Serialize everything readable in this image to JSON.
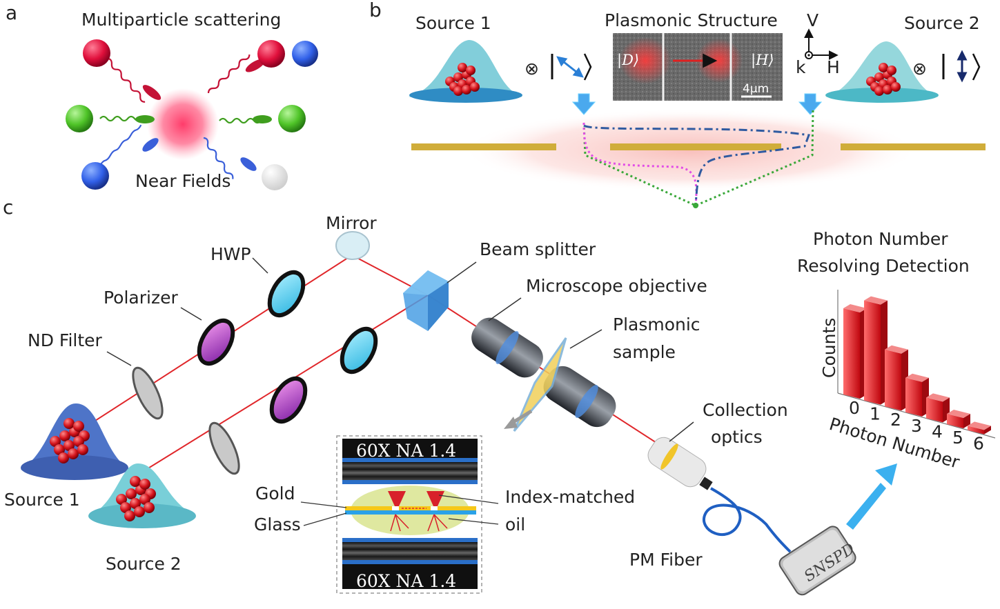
{
  "panels": {
    "a": "a",
    "b": "b",
    "c": "c"
  },
  "panel_a": {
    "title": "Multiparticle scattering",
    "center_label": "Near Fields"
  },
  "panel_b": {
    "source1": "Source 1",
    "source2": "Source 2",
    "structure_title": "Plasmonic Structure",
    "ket_d": "|D⟩",
    "ket_h": "|H⟩",
    "scale": "4μm",
    "axis_v": "V",
    "axis_h": "H",
    "axis_k": "k",
    "tensor_symbol": "⊗"
  },
  "panel_c": {
    "mirror": "Mirror",
    "hwp": "HWP",
    "polarizer": "Polarizer",
    "nd_filter": "ND Filter",
    "beam_splitter": "Beam splitter",
    "microscope_objective": "Microscope objective",
    "plasmonic_sample_1": "Plasmonic",
    "plasmonic_sample_2": "sample",
    "collection_1": "Collection",
    "collection_2": "optics",
    "pm_fiber": "PM Fiber",
    "snspd": "SNSPD",
    "source1": "Source 1",
    "source2": "Source 2",
    "objective_top": "60X NA 1.4",
    "objective_bottom": "60X NA 1.4",
    "gold": "Gold",
    "glass": "Glass",
    "index_matched_1": "Index-matched",
    "index_matched_2": "oil",
    "detection_title_1": "Photon Number",
    "detection_title_2": "Resolving  Detection"
  },
  "colors": {
    "laser": "#e0262a",
    "gold": "#d4b43a",
    "bar": "#d9161c",
    "arrow": "#2fa9e8"
  },
  "chart_data": {
    "type": "bar",
    "categories": [
      "0",
      "1",
      "2",
      "3",
      "4",
      "5",
      "6"
    ],
    "values": [
      100,
      116,
      66,
      40,
      24,
      12,
      5
    ],
    "title": "",
    "xlabel": "Photon Number",
    "ylabel": "Counts",
    "grid": false
  }
}
